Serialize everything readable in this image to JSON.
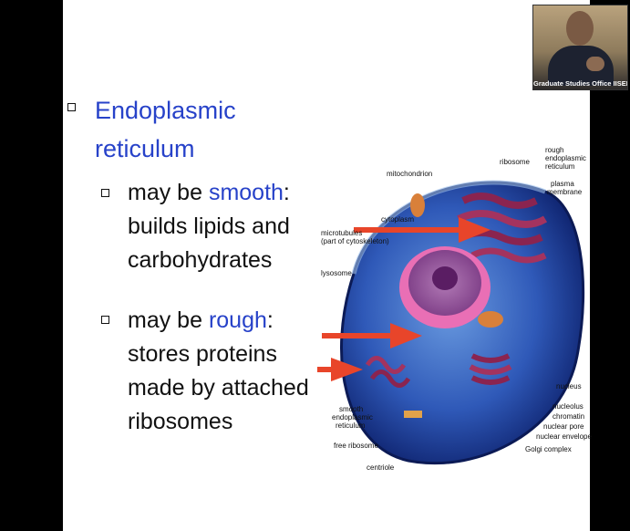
{
  "video": {
    "participant_name": "Graduate Studies Office IISER Pune"
  },
  "slide": {
    "heading_line1": "Endoplasmic",
    "heading_line2": "reticulum",
    "bullet1": {
      "prefix": "may be ",
      "keyword": "smooth",
      "suffix": ":",
      "line2": "builds lipids and",
      "line3": "carbohydrates"
    },
    "bullet2": {
      "prefix": "may be ",
      "keyword": "rough",
      "suffix": ":",
      "line2": "stores proteins",
      "line3": "made by attached",
      "line4": "ribosomes"
    }
  },
  "diagram": {
    "labels": {
      "ribosome": "ribosome",
      "rough_er_1": "rough",
      "rough_er_2": "endoplasmic",
      "rough_er_3": "reticulum",
      "mitochondrion": "mitochondrion",
      "plasma_1": "plasma",
      "plasma_2": "membrane",
      "cytoplasm": "cytoplasm",
      "microtubules_1": "microtubules",
      "microtubules_2": "(part of cytoskeleton)",
      "lysosome": "lysosome",
      "nucleus": "nucleus",
      "nucleolus": "nucleolus",
      "chromatin": "chromatin",
      "nuclear_pore": "nuclear pore",
      "nuclear_envelope": "nuclear envelope",
      "golgi": "Golgi complex",
      "smooth_er_1": "smooth",
      "smooth_er_2": "endoplasmic",
      "smooth_er_3": "reticulum",
      "free_ribosome": "free ribosome",
      "centriole": "centriole"
    }
  },
  "colors": {
    "accent_blue": "#2742c9",
    "arrow_red": "#e8452a",
    "cell_blue": "#1f3f9c"
  }
}
